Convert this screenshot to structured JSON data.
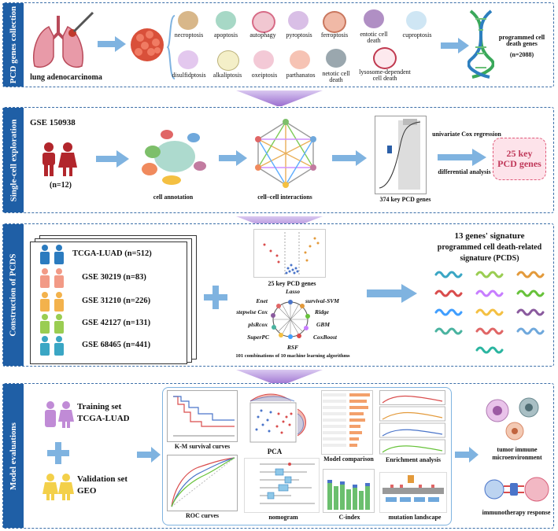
{
  "panels": {
    "p1": {
      "side": "PCD genes collection",
      "cancer_label": "lung adenocarcinoma",
      "pcd_types": [
        "necroptosis",
        "apoptosis",
        "autophagy",
        "pyroptosis",
        "ferroptosis",
        "entotic cell death",
        "cuproptosis",
        "disulfidptosis",
        "alkaliptosis",
        "oxeiptosis",
        "parthanatos",
        "netotic cell death",
        "lysosome-dependent cell death"
      ],
      "gene_label": "programmed cell death genes",
      "gene_count": "(n=2088)"
    },
    "p2": {
      "side": "Single-cell exploration",
      "dataset": "GSE 150938",
      "sample_n": "(n=12)",
      "cell_annotation": "cell annotation",
      "interactions": "cell–cell interactions",
      "key_genes": "374 key PCD  genes",
      "univariate": "univariate Cox regression",
      "differential": "differential analysis",
      "result": "25 key PCD genes"
    },
    "p3": {
      "side": "Construction of PCDS",
      "cohorts": [
        "TCGA-LUAD (n=512)",
        "GSE 30219 (n=83)",
        "GSE 31210 (n=226)",
        "GSE 42127 (n=131)",
        "GSE 68465 (n=441)"
      ],
      "volcano_label": "25 key PCD genes",
      "algorithms": [
        "Lasso",
        "survival-SVM",
        "Ridge",
        "GBM",
        "CoxBoost",
        "RSF",
        "SuperPC",
        "plsRcox",
        "stepwise Cox",
        "Enet"
      ],
      "ml_label": "101 combinations of 10 machine learning algorithms",
      "signature_title_1": "13 genes' signature",
      "signature_title_2": "programmed cell death-related",
      "signature_title_3": "signature (PCDS)"
    },
    "p4": {
      "side": "Model evaluations",
      "training_1": "Training set",
      "training_2": "TCGA-LUAD",
      "validation_1": "Validation set",
      "validation_2": "GEO",
      "km": "K-M survival curves",
      "pca": "PCA",
      "roc": "ROC curves",
      "nomogram": "nomogram",
      "model_comparison": "Model comparison",
      "enrichment": "Enrichment analysis",
      "cindex": "C-index",
      "mutation": "mutation landscape",
      "tme_1": "tumor immune",
      "tme_2": "microenvironment",
      "immuno": "immunotherapy response"
    }
  },
  "colors": {
    "side_bar": "#1f5fa6",
    "arrow": "#7fb3e0",
    "funnel": "#9b6fd0",
    "result_box": "#e05a7a"
  }
}
